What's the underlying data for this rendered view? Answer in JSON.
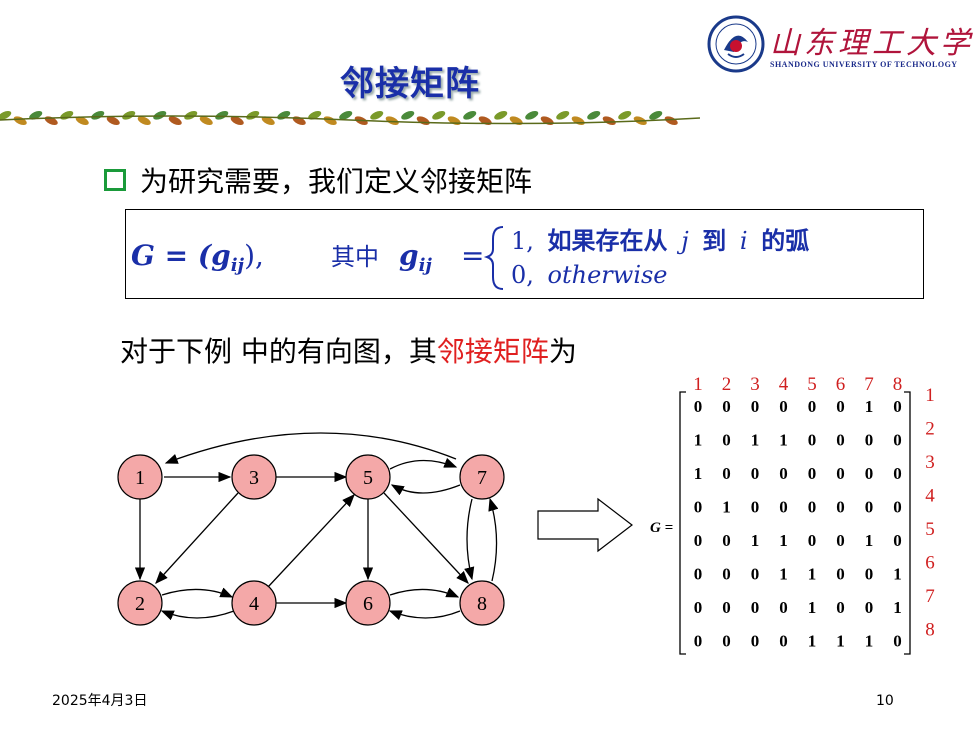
{
  "slide": {
    "title": "邻接矩阵",
    "logo_cn": "山东理工大学",
    "logo_en": "SHANDONG UNIVERSITY OF TECHNOLOGY",
    "bullet_text": "为研究需要，我们定义邻接矩阵",
    "formula": {
      "lhs": "G = (g",
      "lhs_sub": "ij",
      "lhs_close": "),",
      "where": "其中",
      "g": "g",
      "g_sub": "ij",
      "eq": "=",
      "case1_val": "1,",
      "case1_text": "如果存在从",
      "case1_j": "j",
      "case1_to": "到",
      "case1_i": "i",
      "case1_end": "的弧",
      "case2_val": "0,",
      "case2_text": "otherwise"
    },
    "example_prefix": "对于下例 中的有向图，其",
    "example_red": "邻接矩阵",
    "example_suffix": "为",
    "footer_date": "2025年4月3日",
    "footer_page": "10"
  },
  "graph": {
    "nodes": [
      "1",
      "3",
      "5",
      "7",
      "2",
      "4",
      "6",
      "8"
    ],
    "node_color": "#f4a8a8"
  },
  "matrix": {
    "label": "G =",
    "col_labels": [
      "1",
      "2",
      "3",
      "4",
      "5",
      "6",
      "7",
      "8"
    ],
    "row_labels": [
      "1",
      "2",
      "3",
      "4",
      "5",
      "6",
      "7",
      "8"
    ],
    "rows": [
      [
        "0",
        "0",
        "0",
        "0",
        "0",
        "0",
        "1",
        "0"
      ],
      [
        "1",
        "0",
        "1",
        "1",
        "0",
        "0",
        "0",
        "0"
      ],
      [
        "1",
        "0",
        "0",
        "0",
        "0",
        "0",
        "0",
        "0"
      ],
      [
        "0",
        "1",
        "0",
        "0",
        "0",
        "0",
        "0",
        "0"
      ],
      [
        "0",
        "0",
        "1",
        "1",
        "0",
        "0",
        "1",
        "0"
      ],
      [
        "0",
        "0",
        "0",
        "1",
        "1",
        "0",
        "0",
        "1"
      ],
      [
        "0",
        "0",
        "0",
        "0",
        "1",
        "0",
        "0",
        "1"
      ],
      [
        "0",
        "0",
        "0",
        "0",
        "1",
        "1",
        "1",
        "0"
      ]
    ],
    "label_color": "#d02020"
  }
}
